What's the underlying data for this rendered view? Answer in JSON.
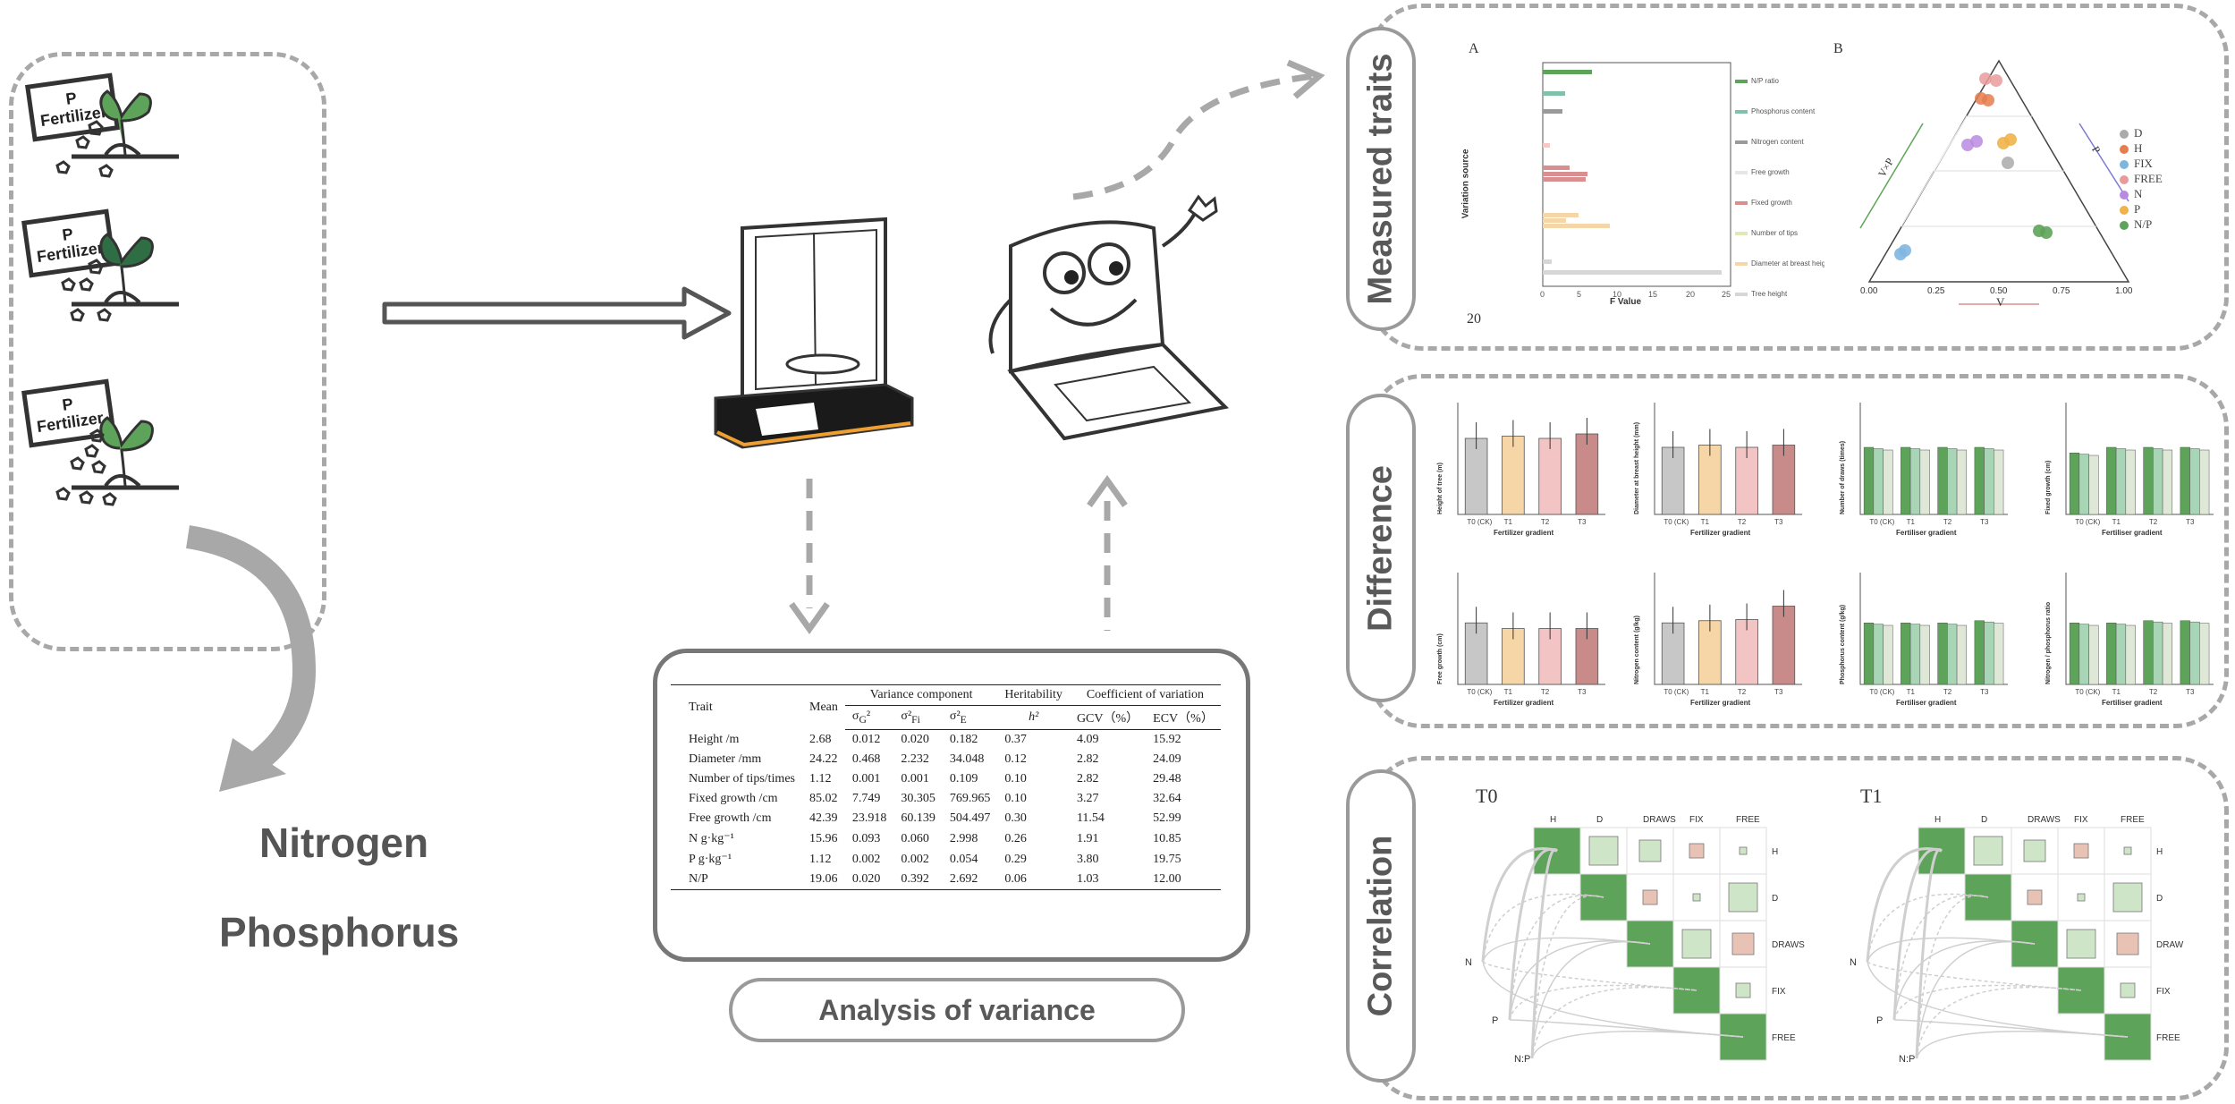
{
  "left_panel": {
    "fertilizer_label_p": "P",
    "fertilizer_label_word": "Fertilizer",
    "nitrogen_label": "Nitrogen",
    "phosphorus_label": "Phosphorus"
  },
  "middle": {
    "analysis_label": "Analysis of variance",
    "table": {
      "headers": {
        "trait": "Trait",
        "mean": "Mean",
        "variance_component": "Variance component",
        "heritability": "Heritability",
        "coefficient": "Coefficient of variation",
        "sigma_g": "σ₂²",
        "sigma_gf": "σ²",
        "sigma_e": "σ²",
        "h2": "h²",
        "gcv": "GCV（%）",
        "ecv": "ECV（%）"
      },
      "rows": [
        {
          "trait": "Height /m",
          "mean": "2.68",
          "g": "0.012",
          "gf": "0.020",
          "e": "0.182",
          "h": "0.37",
          "gcv": "4.09",
          "ecv": "15.92"
        },
        {
          "trait": "Diameter /mm",
          "mean": "24.22",
          "g": "0.468",
          "gf": "2.232",
          "e": "34.048",
          "h": "0.12",
          "gcv": "2.82",
          "ecv": "24.09"
        },
        {
          "trait": "Number of tips/times",
          "mean": "1.12",
          "g": "0.001",
          "gf": "0.001",
          "e": "0.109",
          "h": "0.10",
          "gcv": "2.82",
          "ecv": "29.48"
        },
        {
          "trait": "Fixed growth /cm",
          "mean": "85.02",
          "g": "7.749",
          "gf": "30.305",
          "e": "769.965",
          "h": "0.10",
          "gcv": "3.27",
          "ecv": "32.64"
        },
        {
          "trait": "Free growth /cm",
          "mean": "42.39",
          "g": "23.918",
          "gf": "60.139",
          "e": "504.497",
          "h": "0.30",
          "gcv": "11.54",
          "ecv": "52.99"
        },
        {
          "trait": "N g·kg⁻¹",
          "mean": "15.96",
          "g": "0.093",
          "gf": "0.060",
          "e": "2.998",
          "h": "0.26",
          "gcv": "1.91",
          "ecv": "10.85"
        },
        {
          "trait": "P g·kg⁻¹",
          "mean": "1.12",
          "g": "0.002",
          "gf": "0.002",
          "e": "0.054",
          "h": "0.29",
          "gcv": "3.80",
          "ecv": "19.75"
        },
        {
          "trait": "N/P",
          "mean": "19.06",
          "g": "0.020",
          "gf": "0.392",
          "e": "2.692",
          "h": "0.06",
          "gcv": "1.03",
          "ecv": "12.00"
        }
      ]
    }
  },
  "right": {
    "measured_traits_label": "Measured traits",
    "difference_label": "Difference",
    "correlation_label": "Correlation",
    "panel_a": {
      "letter": "A",
      "y_label": "Variation source",
      "x_label": "F Value",
      "x_ticks": [
        "0",
        "5",
        "10",
        "15",
        "20",
        "25"
      ],
      "footer": "20",
      "legend": [
        "N/P ratio",
        "Phosphorus content",
        "Nitrogen content",
        "Free growth",
        "Fixed growth",
        "Number of tips",
        "Diameter at breast height",
        "Tree height"
      ]
    },
    "panel_b": {
      "letter": "B",
      "axis_v": "V",
      "axis_vp": "V×P",
      "axis_p": "P",
      "ticks": [
        "0.00",
        "0.25",
        "0.50",
        "0.75",
        "1.00"
      ],
      "legend": [
        "D",
        "H",
        "FIX",
        "FREE",
        "N",
        "P",
        "N/P"
      ]
    },
    "difference": {
      "x_label_fertilizer": "Fertilizer gradient",
      "x_label_fertiliser": "Fertiliser gradient",
      "categories": [
        "T0 (CK)",
        "T1",
        "T2",
        "T3"
      ],
      "y_labels": [
        "Height of tree (m)",
        "Diameter at breast height (mm)",
        "Number of draws (times)",
        "Fixed growth (cm)",
        "Free growth (cm)",
        "Nitrogen content (g/kg)",
        "Phosphorus content (g/kg)",
        "Nitrogen / phosphorus ratio"
      ]
    },
    "correlation": {
      "t0_title": "T0",
      "t1_title": "T1",
      "col_labels": [
        "H",
        "D",
        "DRAWS",
        "FIX",
        "FREE"
      ],
      "row_labels_t0": [
        "H",
        "D",
        "DRAWS",
        "FIX",
        "FREE"
      ],
      "row_labels_t1": [
        "H",
        "D",
        "DRAW",
        "FIX",
        "FREE"
      ],
      "side_labels": [
        "N",
        "P",
        "N:P"
      ]
    }
  },
  "colors": {
    "dash": "#a8a8a8",
    "green": "#5ea35a",
    "orange": "#f0c27a",
    "pink": "#e8a9a9",
    "grey": "#c7c7c7",
    "dark_red": "#c98a8a"
  }
}
